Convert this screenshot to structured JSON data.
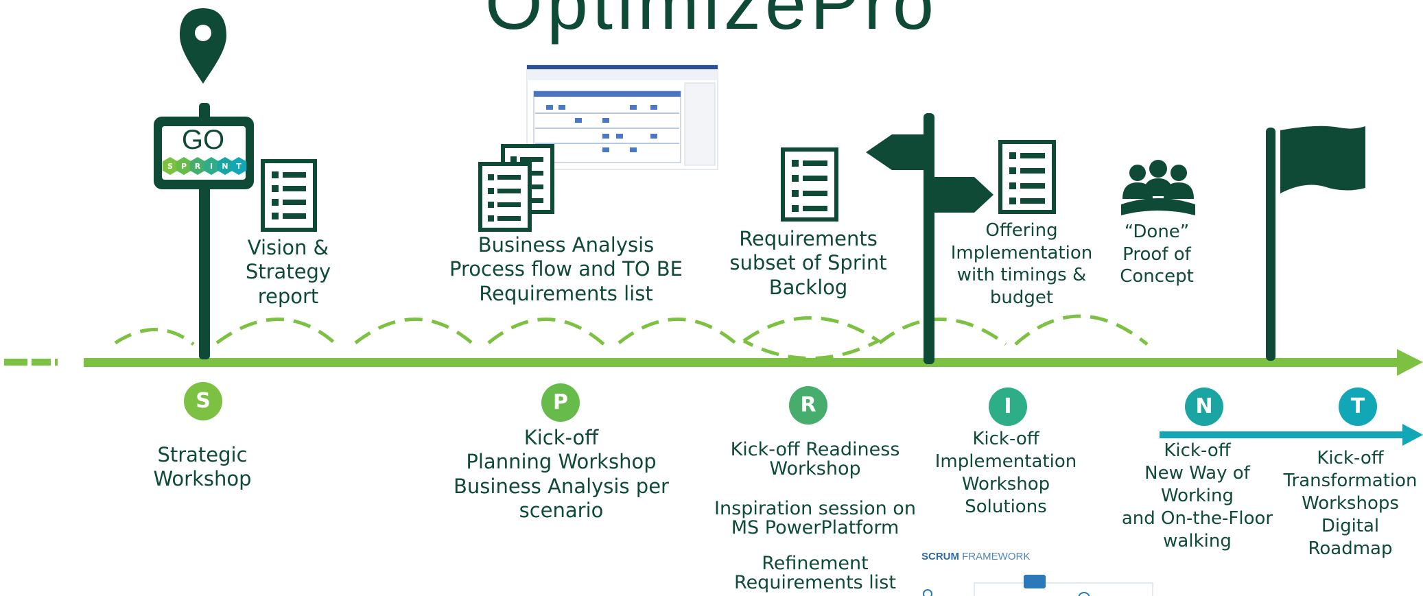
{
  "title": "OptimizePro",
  "go_sign": {
    "text": "GO",
    "letters": [
      "S",
      "P",
      "R",
      "I",
      "N",
      "T"
    ]
  },
  "artifacts": [
    {
      "lines": [
        "Vision &",
        "Strategy",
        "report"
      ]
    },
    {
      "lines": [
        "Business Analysis",
        "Process flow and TO BE",
        "Requirements list"
      ]
    },
    {
      "lines": [
        "Requirements",
        "subset of Sprint",
        "Backlog"
      ]
    },
    {
      "lines": [
        "Offering",
        "Implementation",
        "with timings &",
        "budget"
      ]
    },
    {
      "lines": [
        "“Done”",
        "Proof of",
        "Concept"
      ]
    }
  ],
  "phases": [
    {
      "letter": "S",
      "color": "#7cc142",
      "lines": [
        "Strategic",
        "Workshop"
      ]
    },
    {
      "letter": "P",
      "color": "#66bb4a",
      "lines": [
        "Kick-off",
        "Planning Workshop",
        "Business Analysis per",
        "scenario"
      ]
    },
    {
      "letter": "R",
      "color": "#46ad6d",
      "lines": [
        "Kick-off Readiness",
        "Workshop"
      ],
      "extra1": [
        "Inspiration session on",
        "MS PowerPlatform"
      ],
      "extra2": [
        "Refinement",
        "Requirements list"
      ]
    },
    {
      "letter": "I",
      "color": "#2eae86",
      "lines": [
        "Kick-off",
        "Implementation",
        "Workshop",
        "Solutions"
      ]
    },
    {
      "letter": "N",
      "color": "#1aa5a2",
      "lines": [
        "Kick-off",
        "New Way of",
        "Working",
        "and On-the-Floor",
        "walking"
      ]
    },
    {
      "letter": "T",
      "color": "#11a7b6",
      "lines": [
        "Kick-off",
        "Transformation",
        "Workshops",
        "Digital Roadmap"
      ]
    }
  ],
  "scrum": {
    "bold": "SCRUM",
    "light": "FRAMEWORK"
  },
  "colors": {
    "dark": "#0e4a36",
    "green": "#7cc142",
    "teal": "#11a7b6"
  }
}
